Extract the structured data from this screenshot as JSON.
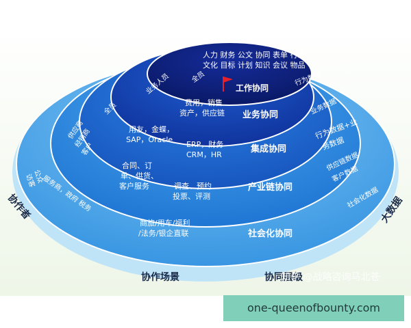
{
  "layers": [
    {
      "name": "工作协同",
      "items": [
        "人力 财务 公文 协同 表单 行政",
        "文化 目标 计划 知识 会议 物品"
      ],
      "left": "全员",
      "right": "行为数据"
    },
    {
      "name": "业务协同",
      "items": [
        "费用，销售",
        "资产，供应链"
      ],
      "left": "业务人员",
      "right": "业务数据"
    },
    {
      "name": "集成协同",
      "items": [
        "用友，金蝶，",
        "SAP，Oracle",
        "ERP，财务",
        "CRM，HR"
      ],
      "left": "全员",
      "right_lines": [
        "行为数据+业",
        "务数据"
      ]
    },
    {
      "name": "产业链协同",
      "items": [
        "合同、订",
        "单、供货、",
        "客户服务",
        "调查、预约",
        "投票、评测"
      ],
      "left_lines": [
        "供应商",
        "经销商",
        "客户"
      ],
      "right_lines": [
        "供应链数据",
        "客户数据"
      ]
    },
    {
      "name": "社会化协同",
      "items": [
        "商旅/用车/福利",
        "/法务/银企直联"
      ],
      "left_lines": [
        "服务商，政府 税务",
        "公众",
        "访客"
      ],
      "right": "社会化数据"
    }
  ],
  "axis_labels": {
    "left": "协作者",
    "bottom": "协作场景",
    "bottom_right": "协同层级",
    "right": "大数据"
  },
  "watermark": "知乎 @战略咨询马北苍",
  "banner": "one-queenofbounty.com",
  "colors": {
    "outer": "#3aa0e6",
    "ring2": "#1f78d0",
    "ring3": "#1656b8",
    "ring4": "#11309a",
    "core": "#0b1a6e",
    "flag": "#e8202a"
  }
}
